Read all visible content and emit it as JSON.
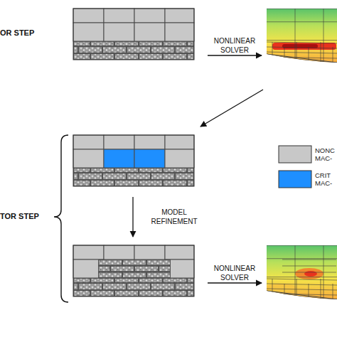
{
  "diagram": {
    "labels": [
      "OR STEP",
      "NONLINEAR SOLVER",
      "MODEL REFINEMENT",
      "NONLINEAR SOLVER",
      "TOR STEP"
    ],
    "legend": [
      {
        "text": "NONC MAC-",
        "color": "#c8c8c8"
      },
      {
        "text": "CRIT MAC-",
        "color": "#1e8fff"
      }
    ]
  }
}
